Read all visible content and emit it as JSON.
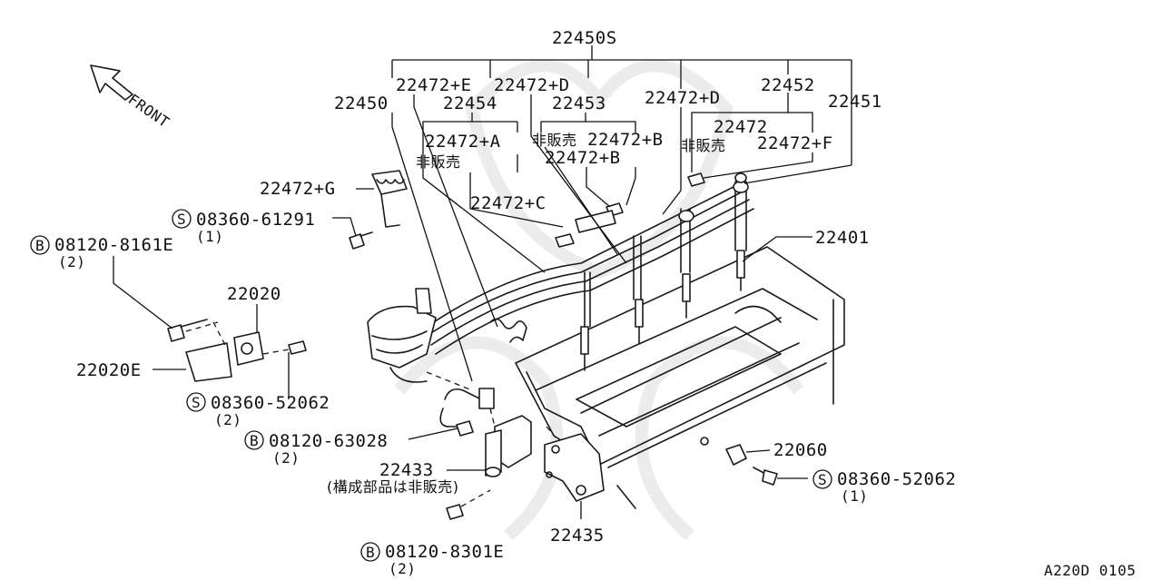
{
  "diagram_code": "A220D 0105",
  "front_label": "FRONT",
  "watermark": "faint winged emblem watermark",
  "callouts": {
    "c22450S": "22450S",
    "c22472E": "22472+E",
    "c22472D_a": "22472+D",
    "c22450": "22450",
    "c22454": "22454",
    "c22453": "22453",
    "c22472D_b": "22472+D",
    "c22452": "22452",
    "c22451": "22451",
    "c22472A": "22472+A",
    "nonsale1": "非販売",
    "nonsale2": "非販売",
    "c22472B_a": "22472+B",
    "c22472": "22472",
    "nonsale3": "非販売",
    "c22472F": "22472+F",
    "c22472B_b": "22472+B",
    "c22472G": "22472+G",
    "c22472C": "22472+C",
    "bolt_08360_61291": "08360-61291",
    "qty_08360_61291": "(1)",
    "bolt_08120_8161E": "08120-8161E",
    "qty_08120_8161E": "(2)",
    "c22401": "22401",
    "c22020": "22020",
    "c22020E": "22020E",
    "bolt_08360_52062_a": "08360-52062",
    "qty_08360_52062_a": "(2)",
    "bolt_08120_63028": "08120-63028",
    "qty_08120_63028": "(2)",
    "c22060": "22060",
    "c22433": "22433",
    "note_22433": "(構成部品は非販売)",
    "bolt_08360_52062_b": "08360-52062",
    "qty_08360_52062_b": "(1)",
    "c22435": "22435",
    "bolt_08120_8301E": "08120-8301E",
    "qty_08120_8301E": "(2)"
  },
  "badges": {
    "s1": "S",
    "b1": "B",
    "s2": "S",
    "b2": "B",
    "s3": "S",
    "b3": "B"
  }
}
